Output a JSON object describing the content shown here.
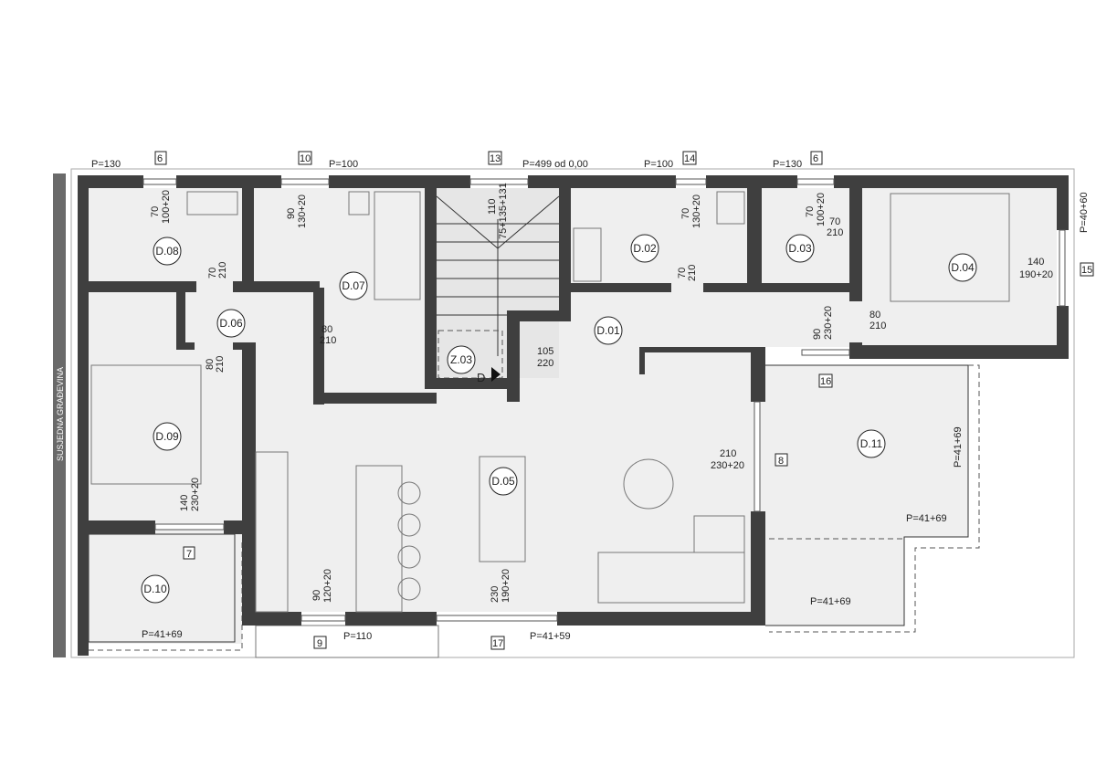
{
  "plan": {
    "neighbor_label": "SUSJEDNA GRAĐEVINA",
    "rooms": [
      "D.01",
      "D.02",
      "D.03",
      "D.04",
      "D.05",
      "D.06",
      "D.07",
      "D.08",
      "D.09",
      "D.10",
      "D.11",
      "Z.03"
    ],
    "top_labels": {
      "p130_left": "P=130",
      "win6_left": "6",
      "win10": "10",
      "p100_left": "P=100",
      "win13": "13",
      "level": "P=499 od 0,00",
      "p100_right": "P=100",
      "win14": "14",
      "p130_right": "P=130",
      "win6_right": "6"
    },
    "dims": {
      "d08_win_a": "70",
      "d08_win_b": "100+20",
      "d07_win_a": "90",
      "d07_win_b": "130+20",
      "stair_a": "110",
      "stair_b": "75+135+131",
      "d02_win_a": "70",
      "d02_win_b": "130+20",
      "d03_win_a": "70",
      "d03_win_b": "100+20",
      "p4060": "P=40+60",
      "d08_door_a": "70",
      "d08_door_b": "210",
      "d06_door_a": "80",
      "d06_door_b": "210",
      "d07_door_a": "80",
      "d07_door_b": "210",
      "z03_door_a": "105",
      "z03_door_b": "220",
      "z03_d": "D",
      "d02_door_a": "70",
      "d02_door_b": "210",
      "d03_door_a": "70",
      "d03_door_b": "210",
      "d04_door_a": "80",
      "d04_door_b": "210",
      "d04_win_a": "140",
      "d04_win_b": "190+20",
      "win15": "15",
      "d01_win_a": "90",
      "d01_win_b": "230+20",
      "win16": "16",
      "d09_door_a": "140",
      "d09_door_b": "230+20",
      "win7": "7",
      "d05_win_a": "210",
      "d05_win_b": "230+20",
      "win8": "8",
      "kitchen_win_a": "90",
      "kitchen_win_b": "120+20",
      "win9": "9",
      "p110": "P=110",
      "d05_win2_a": "230",
      "d05_win2_b": "190+20",
      "win17": "17",
      "p4159": "P=41+59",
      "d10_p": "P=41+69",
      "d11_p_side": "P=41+69",
      "d11_p_mid": "P=41+69",
      "d11_p_bottom": "P=41+69"
    },
    "colors": {
      "wall": "#3f3f3f",
      "floor": "#efefef",
      "line": "#333333"
    }
  }
}
